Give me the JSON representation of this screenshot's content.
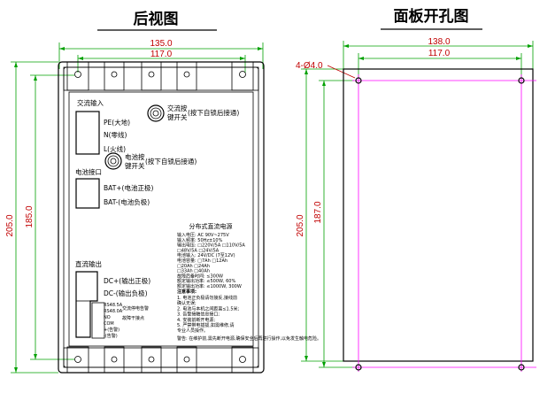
{
  "rear_view": {
    "title": "后视图",
    "dims": {
      "overall_width": "135.0",
      "hole_width": "117.0",
      "overall_height": "205.0",
      "hole_height": "185.0"
    },
    "labels": {
      "ac_input": "交流输入",
      "pe": "PE(大地)",
      "n": "N(零线)",
      "l": "L(火线)",
      "ac_switch_a": "交流按",
      "ac_switch_b": "键开关",
      "ac_switch_note": "(按下自锁后接通)",
      "bat_switch_a": "电池按",
      "bat_switch_b": "键开关",
      "bat_switch_note": "(按下自锁后接通)",
      "battery_port": "电池接口",
      "bat_plus": "BAT+(电池正极)",
      "bat_minus": "BAT-(电池负极)",
      "dc_output": "直流输出",
      "dc_plus": "DC+(输出正极)",
      "dc_minus": "DC-(输出负极)",
      "small_1": "RS48.5A",
      "small_2": "RS48.0A",
      "small_3": "NO",
      "small_4": "COM",
      "small_5": "+(告警)",
      "small_6": "-(告警)",
      "small_r1": "交流停电告警",
      "small_r2": "故障干接点",
      "spec_title": "分布式直流电源",
      "spec_lines": [
        "输入电压: AC 90V~275V",
        "输入频率: 50Hz±10%",
        "输出电压: □220V/5A  □110V/5A",
        "            □48V/5A  □24V/5A",
        "电池输入: 24V/DC (7至12V)",
        "电池容量: □7Ah   □12Ah",
        "            □20Ah  □24Ah",
        "            □33Ah  □40Ah",
        "故障后备时间: ≤300W",
        "额定输出功率: ≤500W, 60%",
        "额定输出功率: ≤1000W, 300W"
      ],
      "notes_title": "注意事项:",
      "notes_lines": [
        "1. 电池正负极请勿接反,接线前",
        "   确认无误;",
        "2. 电池与本机之间距离≤1.5米;",
        "3. 告警接触信息接口;",
        "4. 安装前断开电源;",
        "5. 严禁带电插拔,如需维修,请",
        "   专业人员操作。"
      ],
      "warning": "警告: 在维护前,需先断开电源,确保安全后再进行操作,以免发生触电危险。"
    }
  },
  "panel_cutout": {
    "title": "面板开孔图",
    "dims": {
      "overall_width": "138.0",
      "hole_width": "117.0",
      "overall_height": "205.0",
      "hole_height": "187.0",
      "hole_dia": "4-Ø4.0"
    }
  }
}
